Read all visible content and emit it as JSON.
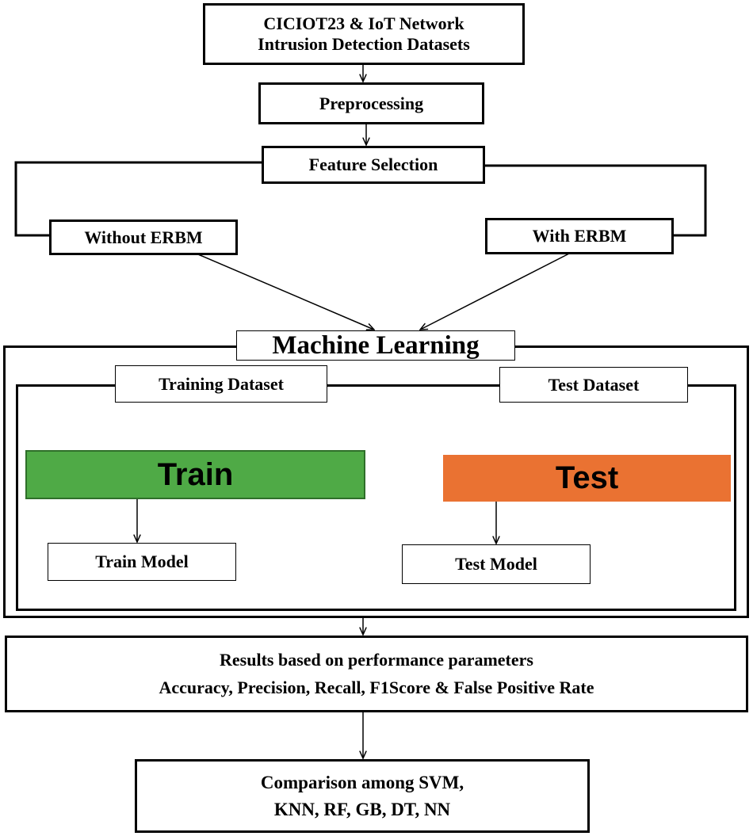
{
  "nodes": {
    "datasets": {
      "line1": "CICIOT23 & IoT Network",
      "line2": "Intrusion Detection Datasets"
    },
    "preprocessing": "Preprocessing",
    "feature_selection": "Feature Selection",
    "without_erbm": "Without ERBM",
    "with_erbm": "With ERBM",
    "machine_learning": "Machine Learning",
    "training_dataset": "Training Dataset",
    "test_dataset": "Test Dataset",
    "train": "Train",
    "test": "Test",
    "train_model": "Train Model",
    "test_model": "Test Model",
    "results": {
      "line1": "Results based on performance parameters",
      "line2": "Accuracy, Precision, Recall, F1Score & False Positive Rate"
    },
    "comparison": {
      "line1": "Comparison among SVM,",
      "line2": "KNN, RF, GB, DT, NN"
    }
  },
  "colors": {
    "train": "#4faa46",
    "test": "#ea7232"
  }
}
